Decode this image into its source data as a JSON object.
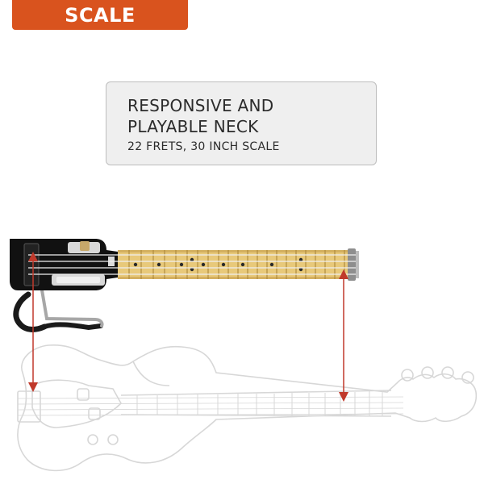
{
  "badge": {
    "label": "SCALE"
  },
  "info": {
    "title": "RESPONSIVE AND PLAYABLE NECK",
    "subtitle": "22 FRETS, 30 INCH SCALE"
  },
  "colors": {
    "accent": "#d9531e",
    "arrow": "#c0392b",
    "outline": "#d7d7d7",
    "maple": "#e8c97a"
  },
  "icons": [
    "travel-bass-image",
    "standard-bass-outline",
    "scale-arrow"
  ]
}
